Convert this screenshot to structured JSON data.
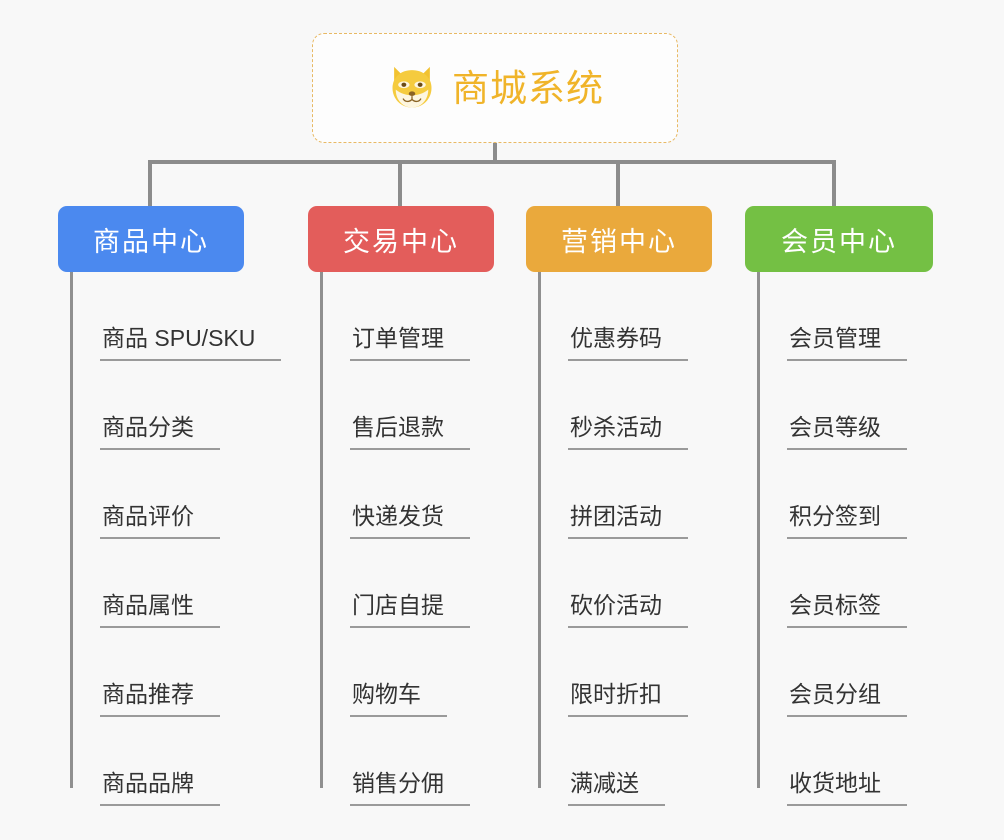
{
  "diagram": {
    "background_color": "#f8f8f8",
    "root": {
      "title": "商城系统",
      "icon": "shiba-dog-emoji",
      "border_color": "#e8b964",
      "text_color": "#f0b429"
    },
    "connector_color": "#8c8c8c",
    "columns": [
      {
        "header": "商品中心",
        "color": "#4b89ef",
        "items": [
          "商品 SPU/SKU",
          "商品分类",
          "商品评价",
          "商品属性",
          "商品推荐",
          "商品品牌"
        ]
      },
      {
        "header": "交易中心",
        "color": "#e35d5b",
        "items": [
          "订单管理",
          "售后退款",
          "快递发货",
          "门店自提",
          "购物车",
          "销售分佣"
        ]
      },
      {
        "header": "营销中心",
        "color": "#eaa93c",
        "items": [
          "优惠券码",
          "秒杀活动",
          "拼团活动",
          "砍价活动",
          "限时折扣",
          "满减送"
        ]
      },
      {
        "header": "会员中心",
        "color": "#74c044",
        "items": [
          "会员管理",
          "会员等级",
          "积分签到",
          "会员标签",
          "会员分组",
          "收货地址"
        ]
      }
    ]
  }
}
